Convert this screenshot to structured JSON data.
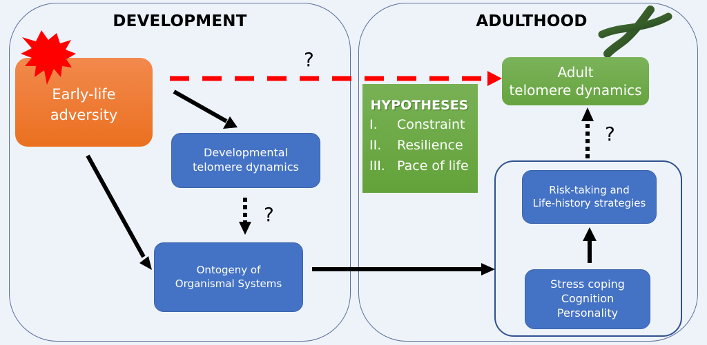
{
  "panels": {
    "development_title": "DEVELOPMENT",
    "adulthood_title": "ADULTHOOD"
  },
  "nodes": {
    "early_life": [
      "Early-life",
      "adversity"
    ],
    "developmental_telomere": [
      "Developmental",
      "telomere dynamics"
    ],
    "ontogeny": [
      "Ontogeny of",
      "Organismal Systems"
    ],
    "adult_telomere": [
      "Adult",
      "telomere dynamics"
    ],
    "risk_taking": [
      "Risk-taking and",
      "Life-history strategies"
    ],
    "stress_coping": [
      "Stress coping",
      "Cognition",
      "Personality"
    ]
  },
  "hypotheses": {
    "title": "HYPOTHESES",
    "items": [
      {
        "num": "I.",
        "label": "Constraint"
      },
      {
        "num": "II.",
        "label": "Resilience"
      },
      {
        "num": "III.",
        "label": "Pace of life"
      }
    ]
  },
  "question_marks": {
    "top": "?",
    "developmental": "?",
    "adult": "?"
  },
  "icons": {
    "burst": "explosion-burst-icon",
    "chromosome": "chromosome-icon"
  },
  "colors": {
    "blue_box": "#4472c4",
    "orange_box": "#ed7d31",
    "green_box": "#70ad47",
    "red_dash": "#ff0000",
    "burst": "#ff0000"
  }
}
